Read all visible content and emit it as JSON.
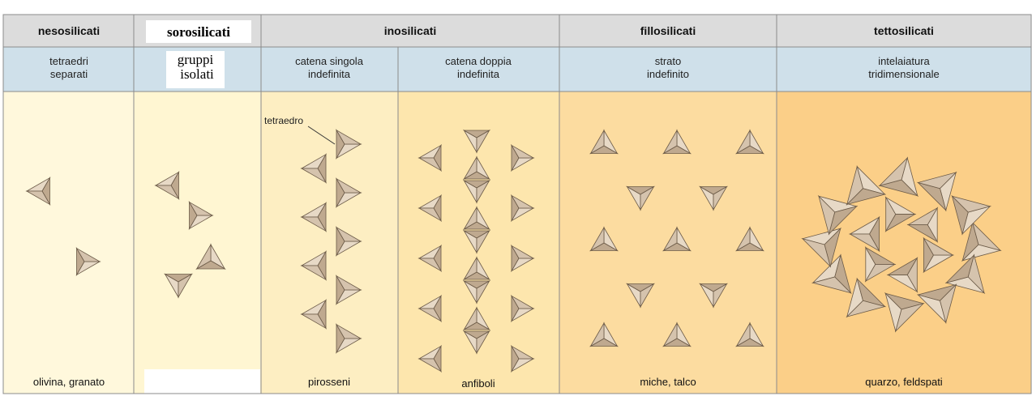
{
  "columns": [
    {
      "id": "neso",
      "title": "nesosilicati",
      "subtitle": "tetraedri\nseparati",
      "examples": "olivina, granato",
      "bg": "#fff8dc"
    },
    {
      "id": "soro",
      "title": "sorosilicati",
      "subtitle": "gruppi\nisolati",
      "examples": "",
      "bg": "#fff6d2"
    },
    {
      "id": "ino-single",
      "subtitle": "catena singola\nindefinita",
      "examples": "pirosseni",
      "bg": "#fdeec2"
    },
    {
      "id": "ino-double",
      "subtitle": "catena doppia\nindefinita",
      "examples": "anfiboli",
      "bg": "#fde6ad"
    },
    {
      "id": "fillo",
      "title": "fillosilicati",
      "subtitle": "strato\nindefinito",
      "examples": "miche, talco",
      "bg": "#fcdca0"
    },
    {
      "id": "tetto",
      "title": "tettosilicati",
      "subtitle": "intelaiatura\ntridimensionale",
      "examples": "quarzo, feldspati",
      "bg": "#fbcf88"
    }
  ],
  "group_header": "inosilicati",
  "annotation": "tetraedro",
  "colors": {
    "header_bg": "#dcdcdc",
    "subheader_bg": "#cfe0ea",
    "tetra_face_light": "#e9dccb",
    "tetra_face_dark": "#a8927a",
    "grid": "#8b8b8b"
  }
}
